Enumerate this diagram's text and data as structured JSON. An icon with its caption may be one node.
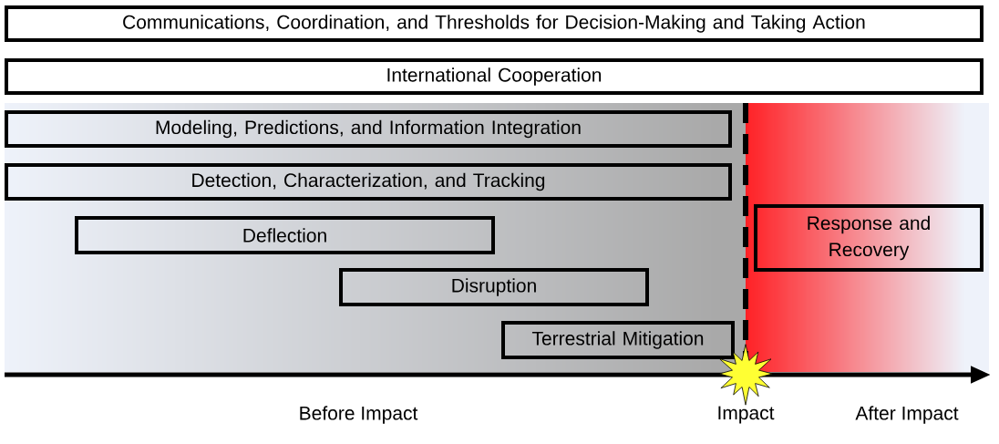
{
  "diagram": {
    "nodes": [
      {
        "text": [
          "Communications, Coordination, and Thresholds for Decision-Making and Taking Action"
        ]
      },
      {
        "text": [
          "International Cooperation"
        ]
      },
      {
        "text": [],
        "shape": "box"
      },
      {
        "text": [
          "Modeling, Predictions, and Information Integration"
        ],
        "in": 2
      },
      {
        "text": [
          "Detection, Characterization, and Tracking"
        ],
        "in": 2
      },
      {
        "text": [
          "Deflection"
        ],
        "in": 2
      },
      {
        "text": [
          "Disruption"
        ],
        "in": 2
      },
      {
        "text": [
          "Terrestrial Mitigation"
        ],
        "in": 2
      },
      {
        "text": [],
        "shape": "box"
      },
      {
        "text": [
          "Response and Recovery"
        ],
        "in": 8
      }
    ],
    "labels": [
      "Before Impact",
      "Impact",
      "After Impact"
    ]
  }
}
